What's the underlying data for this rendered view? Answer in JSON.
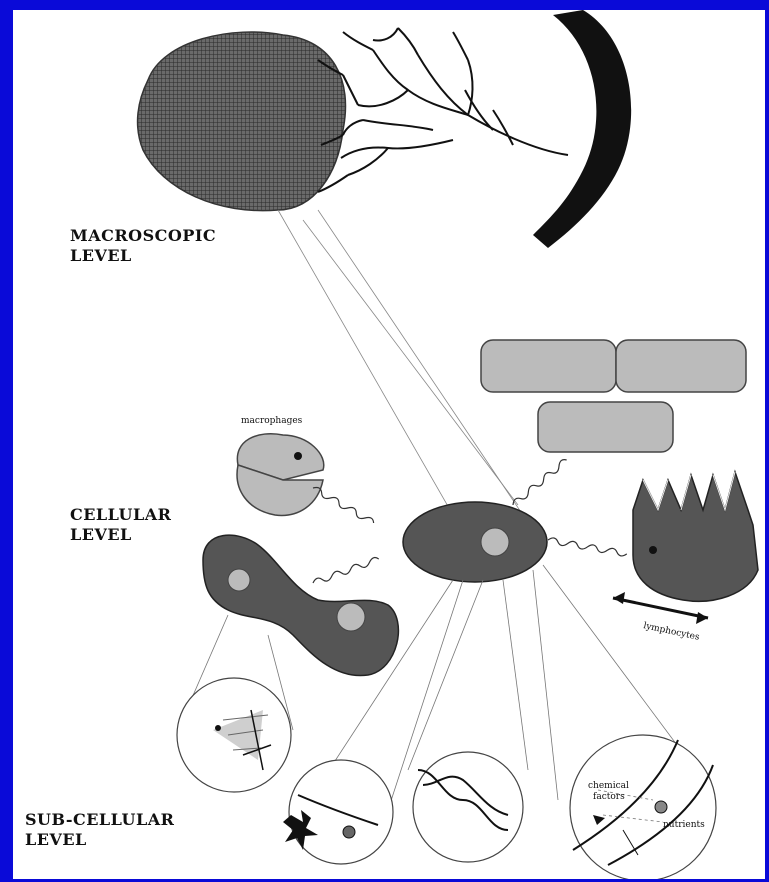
{
  "levels": {
    "macroscopic": "MACROSCOPIC\nLEVEL",
    "cellular": "CELLULAR\nLEVEL",
    "subcellular": "SUB-CELLULAR\nLEVEL"
  },
  "labels": {
    "macrophages": "macrophages",
    "lymphocytes": "lymphocytes",
    "chemical_factors_1": "chemical",
    "chemical_factors_2": "factors",
    "nutrients": "nutrients"
  },
  "colors": {
    "border": "#0a0ad8",
    "background": "#ffffff",
    "dark_gray": "#555555",
    "light_gray": "#bbbbbb",
    "ink": "#111111"
  }
}
